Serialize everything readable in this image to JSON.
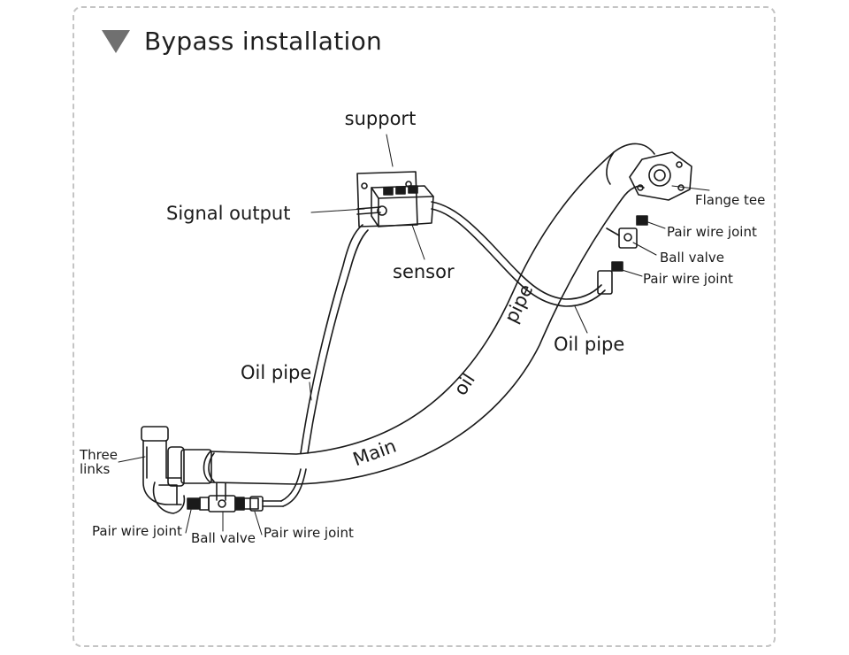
{
  "title": "Bypass installation",
  "labels": {
    "support": "support",
    "signal_output": "Signal output",
    "sensor": "sensor",
    "flange_tee": "Flange tee",
    "pair_wire_joint_top": "Pair wire joint",
    "ball_valve_right": "Ball valve",
    "pair_wire_joint_right": "Pair wire joint",
    "oil_pipe_right": "Oil pipe",
    "oil_pipe_left": "Oil pipe",
    "three_links_1": "Three",
    "three_links_2": "links",
    "pair_wire_joint_bottom_left": "Pair wire joint",
    "ball_valve_bottom": "Ball valve",
    "pair_wire_joint_bottom_right": "Pair wire joint",
    "main_pipe_word_1": "Main",
    "main_pipe_word_2": "oil",
    "main_pipe_word_3": "pipe"
  },
  "colors": {
    "border": "#c4c4c4",
    "line": "#1a1a1a",
    "marker": "#707070"
  }
}
